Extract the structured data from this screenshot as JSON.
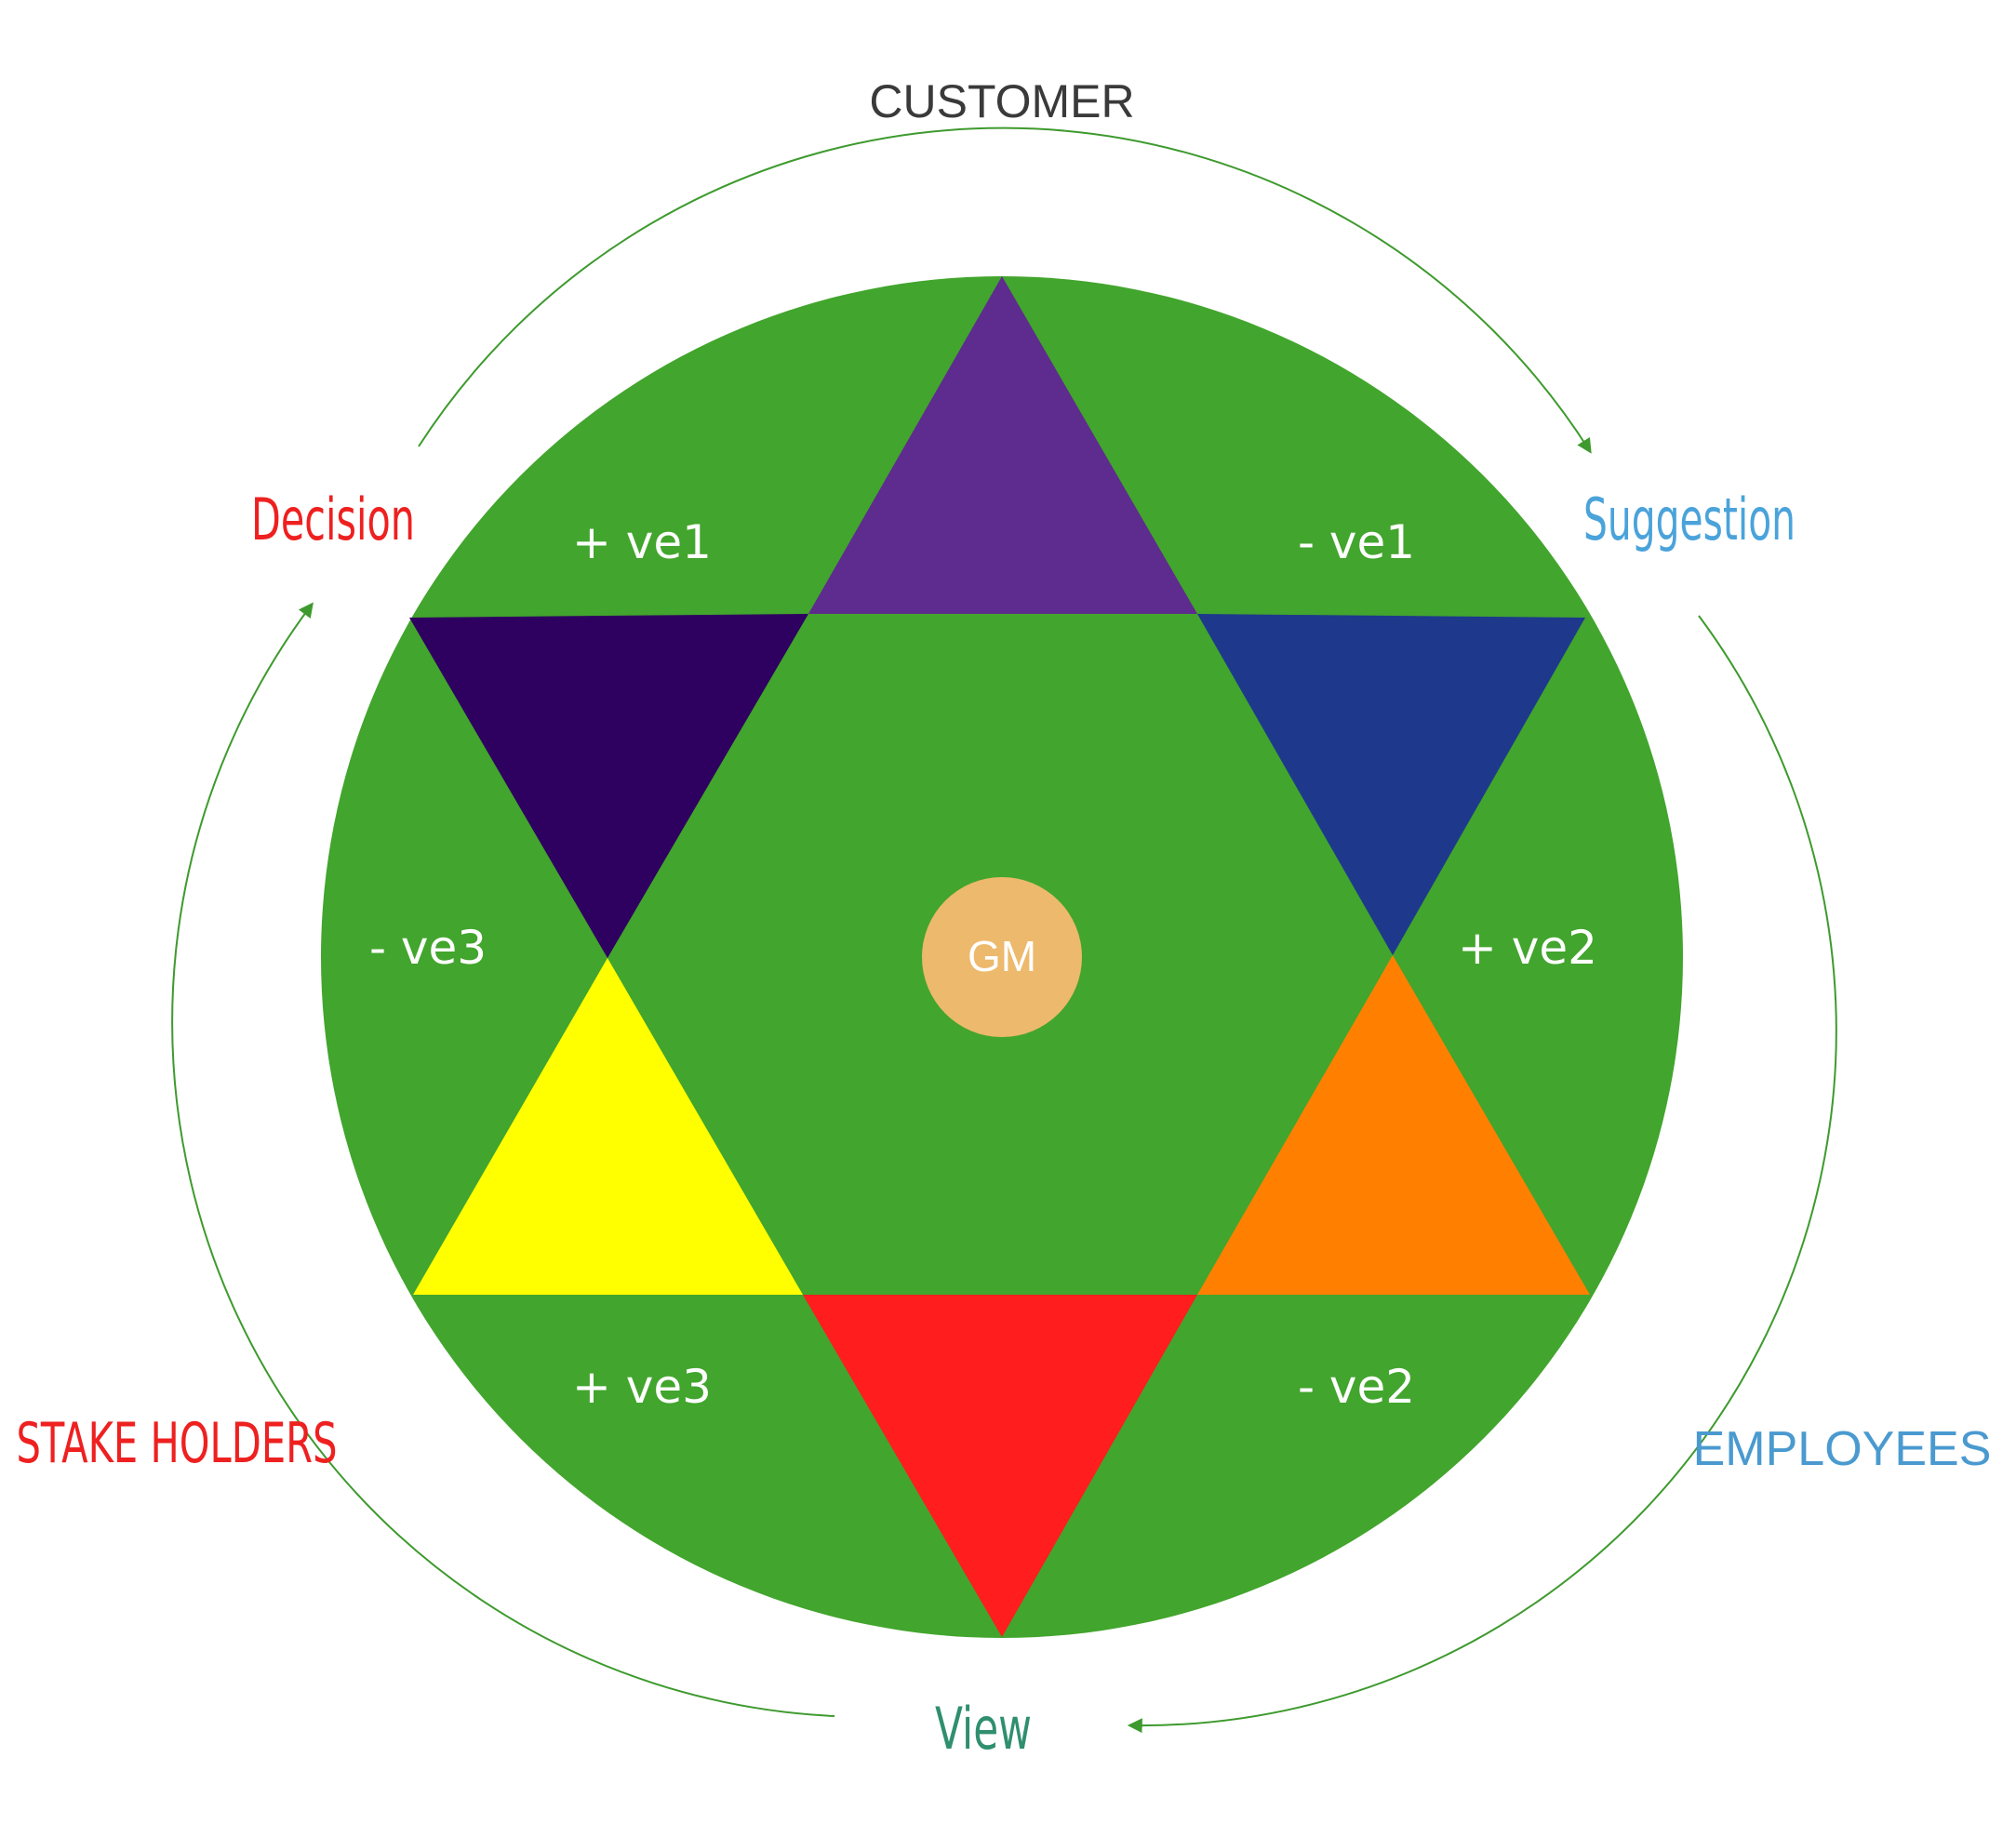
{
  "title": "",
  "outer_labels": {
    "customer": "CUSTOMER",
    "stake_holders": "STAKE HOLDERS",
    "employees": "EMPLOYEES"
  },
  "cycle_labels": {
    "decision": "Decision",
    "suggestion": "Suggestion",
    "view": "View"
  },
  "segment_labels": {
    "plus_ve1": "+ ve1",
    "minus_ve1": "- ve1",
    "plus_ve2": "+ ve2",
    "minus_ve2": "- ve2",
    "plus_ve3": "+ ve3",
    "minus_ve3": "- ve3"
  },
  "center": {
    "label": "GM"
  },
  "colors": {
    "circle": "#42A52D",
    "triangle_top": "#5E2B8E",
    "triangle_upper_right": "#1E398B",
    "triangle_lower_right": "#FF8000",
    "triangle_bottom": "#FF1D1D",
    "triangle_lower_left": "#FFFF00",
    "triangle_upper_left": "#2E0060",
    "center_disc": "#EDB96C",
    "customer_text": "#3A3A3A",
    "decision_text": "#EE2020",
    "stake_holders_text": "#EE2020",
    "suggestion_text": "#4AA3DA",
    "employees_text": "#4A9AD0",
    "view_text": "#2F8F6E",
    "cycle_arrows": "#3E9A2E"
  }
}
